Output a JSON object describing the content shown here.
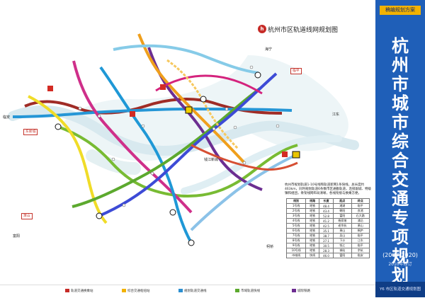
{
  "header": {
    "tag": "稿编规划方案",
    "vertical_title": [
      "杭",
      "州",
      "市",
      "城",
      "市",
      "综",
      "合",
      "交",
      "通",
      "专",
      "项",
      "规",
      "划"
    ],
    "period": "(2007-2020)",
    "edition": "2010年修订",
    "footer_caption": "Y6 市区轨道交通规划图"
  },
  "map": {
    "title": "杭州市区轨道线网规划图",
    "logo": "h",
    "labels": [
      "海宁",
      "临平",
      "萧山",
      "富阳",
      "临安",
      "东新城",
      "钱江新城",
      "江东",
      "柯桥"
    ],
    "description": "杭州市规划轨道1-10号线和轨道新网1条快线，总长度约463km，同时规划轨道6条数市区通勤轨道，连接副城、特级镇和组团，骨架线网布局清晰，各线衔接与换乘方便。"
  },
  "table": {
    "headers": [
      "线别",
      "线路",
      "长度",
      "起点",
      "终点"
    ],
    "rows": [
      [
        "1号线",
        "地铁",
        "48.4",
        "湘湖",
        "临平"
      ],
      [
        "2号线",
        "地铁",
        "43.4",
        "朝阳",
        "良渚"
      ],
      [
        "3号线",
        "地铁",
        "52.8",
        "富阳",
        "石大路"
      ],
      [
        "4号线",
        "地铁",
        "41.2",
        "杨家墩",
        "浦沿"
      ],
      [
        "5号线",
        "地铁",
        "42.5",
        "老余杭",
        "萧山"
      ],
      [
        "6号线",
        "地铁",
        "35.1",
        "萧山",
        "桐庐"
      ],
      [
        "7号线",
        "地铁",
        "38.7",
        "吴山",
        "临平"
      ],
      [
        "8号线",
        "地铁",
        "27.1",
        "下沙",
        "江东"
      ],
      [
        "9号线",
        "地铁",
        "30.5",
        "钱江",
        "临平"
      ],
      [
        "10号线",
        "地铁",
        "28.3",
        "城站",
        "余杭"
      ],
      [
        "市域线",
        "快线",
        "46.0",
        "富阳",
        "临安"
      ]
    ]
  },
  "legend": {
    "items": [
      {
        "label": "轨道交通换乘站",
        "color": "#c62b27"
      },
      {
        "label": "综合交通枢纽站",
        "color": "#f2b200"
      },
      {
        "label": "规划轨道交通线",
        "color": "#2b8fd1"
      },
      {
        "label": "市域轨道快线",
        "color": "#5ca92e"
      },
      {
        "label": "城际铁路",
        "color": "#6d2c91"
      }
    ]
  }
}
